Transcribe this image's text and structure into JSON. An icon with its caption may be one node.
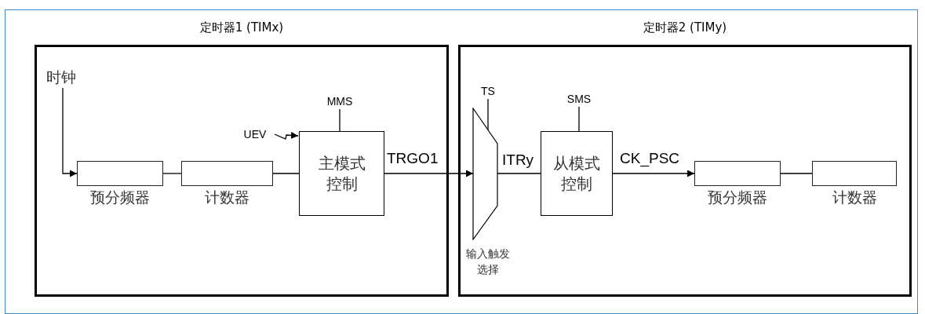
{
  "diagram": {
    "nodes": [
      {
        "text": [
          "定时器1 (TIMx)"
        ]
      },
      {
        "text": [
          "时钟"
        ],
        "in": 0
      },
      {
        "text": [
          "预分频器"
        ],
        "in": 0
      },
      {
        "text": [
          "计数器"
        ],
        "in": 0
      },
      {
        "text": [
          "主模式控制"
        ],
        "in": 0
      },
      {
        "text": [
          "MMS"
        ],
        "in": 0
      },
      {
        "text": [
          "UEV"
        ],
        "in": 0
      },
      {
        "text": [
          "定时器2 (TIMy)"
        ]
      },
      {
        "text": [
          "TS"
        ],
        "in": 7
      },
      {
        "text": [
          "输入触发选择"
        ],
        "in": 7
      },
      {
        "text": [
          "SMS"
        ],
        "in": 7
      },
      {
        "text": [
          "从模式控制"
        ],
        "in": 7
      },
      {
        "text": [
          "预分频器"
        ],
        "in": 7
      },
      {
        "text": [
          "计数器"
        ],
        "in": 7
      }
    ],
    "edges": [
      {
        "from": 1,
        "to": 2,
        "arrow": "to"
      },
      {
        "from": 2,
        "to": 3,
        "arrow": "none"
      },
      {
        "from": 3,
        "to": 4,
        "arrow": "none"
      },
      {
        "from": 6,
        "to": 4,
        "arrow": "to"
      },
      {
        "from": 5,
        "to": 4,
        "arrow": "none"
      },
      {
        "from": 4,
        "to": 9,
        "arrow": "to",
        "label": "TRGO1"
      },
      {
        "from": 8,
        "to": 9,
        "arrow": "none"
      },
      {
        "from": 9,
        "to": 11,
        "arrow": "none",
        "label": "ITRy"
      },
      {
        "from": 10,
        "to": 11,
        "arrow": "none"
      },
      {
        "from": 11,
        "to": 12,
        "arrow": "to",
        "label": "CK_PSC"
      },
      {
        "from": 12,
        "to": 13,
        "arrow": "none"
      }
    ]
  }
}
